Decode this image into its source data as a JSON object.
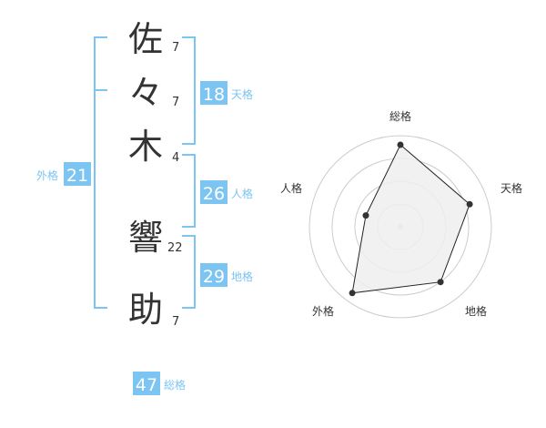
{
  "name_chars": [
    {
      "char": "佐",
      "strokes": "7"
    },
    {
      "char": "々",
      "strokes": "7"
    },
    {
      "char": "木",
      "strokes": "4"
    },
    {
      "char": "響",
      "strokes": "22"
    },
    {
      "char": "助",
      "strokes": "7"
    }
  ],
  "fortunes": {
    "tenkaku": {
      "label": "天格",
      "value": "18"
    },
    "jinkaku": {
      "label": "人格",
      "value": "26"
    },
    "chikaku": {
      "label": "地格",
      "value": "29"
    },
    "gaikaku": {
      "label": "外格",
      "value": "21"
    },
    "soukaku": {
      "label": "総格",
      "value": "47"
    }
  },
  "colors": {
    "bracket": "#7cc4f2",
    "badge_bg": "#7cc4f2",
    "badge_text": "#ffffff",
    "label_text": "#7cc4f2",
    "char_text": "#333333",
    "radar_fill": "#efefef",
    "radar_ring": "#cccccc"
  },
  "chart_data": {
    "type": "radar",
    "axes": [
      "総格",
      "天格",
      "地格",
      "外格",
      "人格"
    ],
    "values": [
      0.9,
      0.8,
      0.75,
      0.9,
      0.4
    ],
    "rmax": 1,
    "rings": 4
  }
}
